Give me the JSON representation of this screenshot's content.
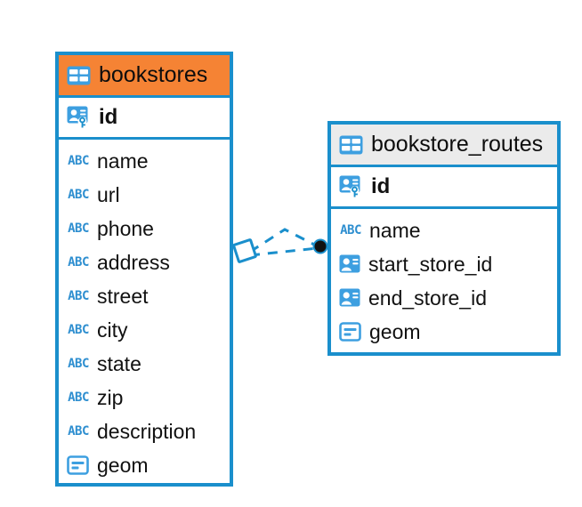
{
  "diagram": {
    "type": "entity-relationship-diagram",
    "background_color": "#ffffff",
    "accent_color": "#1a8fcc",
    "highlight_color": "#f58334",
    "neutral_header_color": "#ebebeb",
    "entities": [
      {
        "name": "bookstores",
        "header_style": "highlighted",
        "icon": "table-icon",
        "primary_key": {
          "label": "id",
          "icon": "primary-key-icon"
        },
        "fields": [
          {
            "label": "name",
            "icon": "text-abc-icon"
          },
          {
            "label": "url",
            "icon": "text-abc-icon"
          },
          {
            "label": "phone",
            "icon": "text-abc-icon"
          },
          {
            "label": "address",
            "icon": "text-abc-icon"
          },
          {
            "label": "street",
            "icon": "text-abc-icon"
          },
          {
            "label": "city",
            "icon": "text-abc-icon"
          },
          {
            "label": "state",
            "icon": "text-abc-icon"
          },
          {
            "label": "zip",
            "icon": "text-abc-icon"
          },
          {
            "label": "description",
            "icon": "text-abc-icon"
          },
          {
            "label": "geom",
            "icon": "geometry-icon"
          }
        ]
      },
      {
        "name": "bookstore_routes",
        "header_style": "neutral",
        "icon": "table-icon",
        "primary_key": {
          "label": "id",
          "icon": "primary-key-icon"
        },
        "fields": [
          {
            "label": "name",
            "icon": "text-abc-icon"
          },
          {
            "label": "start_store_id",
            "icon": "foreign-key-icon"
          },
          {
            "label": "end_store_id",
            "icon": "foreign-key-icon"
          },
          {
            "label": "geom",
            "icon": "geometry-icon"
          }
        ]
      }
    ],
    "relationship": {
      "line_style": "dashed",
      "line_color": "#1a8fcc",
      "source_marker": "diamond-marker",
      "target_marker": "filled-circle-marker",
      "branch_count": 2
    }
  }
}
